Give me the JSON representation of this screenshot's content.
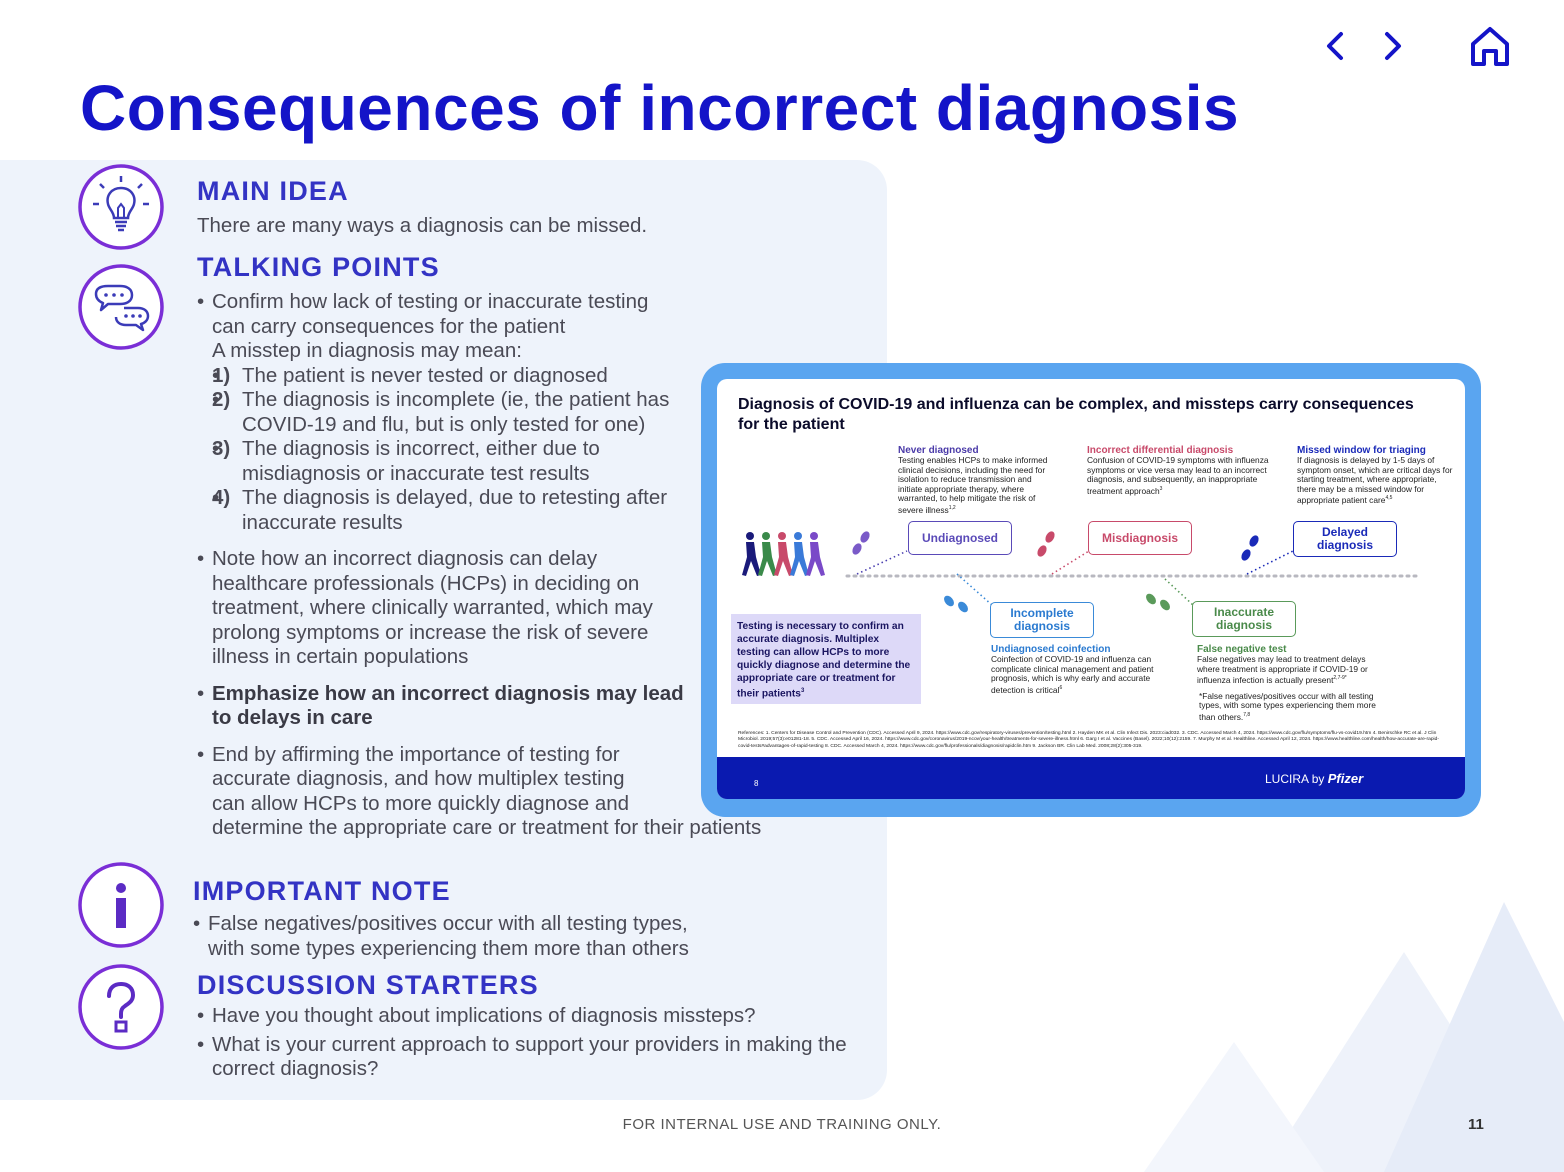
{
  "page": {
    "title": "Consequences of incorrect diagnosis",
    "footer": "FOR INTERNAL USE AND TRAINING ONLY.",
    "page_number": "11"
  },
  "nav": {
    "prev_icon": "chevron-left-icon",
    "next_icon": "chevron-right-icon",
    "home_icon": "home-icon"
  },
  "colors": {
    "title": "#1414c8",
    "heading": "#3333c4",
    "icon_ring": "#7a2ed6",
    "panel_bg": "#eef3fb",
    "slide_frame": "#5aa5f0"
  },
  "main_idea": {
    "icon": "lightbulb-icon",
    "heading": "MAIN IDEA",
    "text": "There are many ways a diagnosis can be missed."
  },
  "talking_points": {
    "icon": "speech-bubbles-icon",
    "heading": "TALKING POINTS",
    "p1_line1": "Confirm how lack of testing or inaccurate testing",
    "p1_line2": "can carry consequences for the patient",
    "p1_line3": "A misstep in diagnosis may mean:",
    "steps": [
      {
        "num": "1)",
        "text": "The patient is never tested or diagnosed"
      },
      {
        "num": "2)",
        "text": "The diagnosis is incomplete (ie, the patient has COVID-19 and flu, but is only tested for one)"
      },
      {
        "num": "3)",
        "text": "The diagnosis is incorrect, either due to misdiagnosis or inaccurate test results"
      },
      {
        "num": "4)",
        "text": "The diagnosis is delayed, due to retesting after inaccurate results"
      }
    ],
    "p2": "Note how an incorrect diagnosis can delay healthcare professionals (HCPs) in deciding on treatment, where clinically warranted, which may prolong symptoms or increase the risk of severe illness in certain populations",
    "p3": "Emphasize how an incorrect diagnosis may lead to delays in care",
    "p4_line1": "End by affirming the importance of testing for",
    "p4_line2": "accurate diagnosis, and how multiplex testing",
    "p4_line3": "can allow HCPs to more quickly diagnose and",
    "p4_line4": "determine the appropriate care or treatment for their patients"
  },
  "important_note": {
    "icon": "info-icon",
    "heading": "IMPORTANT NOTE",
    "line1": "False negatives/positives occur with all testing types,",
    "line2": "with some types experiencing them more than others"
  },
  "discussion": {
    "icon": "question-icon",
    "heading": "DISCUSSION STARTERS",
    "q1": "Have you thought about implications of diagnosis missteps?",
    "q2": "What is your current approach to support your providers in making the correct diagnosis?"
  },
  "slide": {
    "title": "Diagnosis of COVID-19 and influenza can be complex, and missteps carry consequences for the patient",
    "never_head": "Never diagnosed",
    "never_text": "Testing enables HCPs to make informed clinical decisions, including the need for isolation to reduce transmission and initiate appropriate therapy, where warranted, to help mitigate the risk of severe illness",
    "never_sup": "1,2",
    "incorrect_head": "Incorrect differential diagnosis",
    "incorrect_text": "Confusion of COVID-19 symptoms with influenza symptoms or vice versa may lead to an incorrect diagnosis, and subsequently, an inappropriate treatment approach",
    "incorrect_sup": "3",
    "missed_head": "Missed window for triaging",
    "missed_text": "If diagnosis is delayed by 1-5 days of symptom onset, which are critical days for starting treatment, where appropriate, there may be a missed window for appropriate patient care",
    "missed_sup": "4,5",
    "box_undiagnosed": "Undiagnosed",
    "box_misdiagnosis": "Misdiagnosis",
    "box_delayed": "Delayed diagnosis",
    "box_incomplete": "Incomplete diagnosis",
    "box_inaccurate": "Inaccurate diagnosis",
    "coinfection_head": "Undiagnosed coinfection",
    "coinfection_text": "Coinfection of COVID-19 and influenza can complicate clinical management and patient prognosis, which is why early and accurate detection is critical",
    "coinfection_sup": "6",
    "falseneg_head": "False negative test",
    "falseneg_text": "False negatives may lead to treatment delays where treatment is appropriate if COVID-19 or influenza infection is actually present",
    "falseneg_sup": "2,7-9*",
    "falseneg_note": "*False negatives/positives occur with all testing types, with some types experiencing them more than others.",
    "falseneg_note_sup": "7,8",
    "callout": "Testing is necessary to confirm an accurate diagnosis. Multiplex testing can allow HCPs to more quickly diagnose and determine the appropriate care or treatment for their patients",
    "callout_sup": "3",
    "references": "References: 1. Centers for Disease Control and Prevention (CDC). Accessed April 9, 2024. https://www.cdc.gov/respiratory-viruses/prevention/testing.html 2. Hayden MK et al. Clin Infect Dis. 2023:ciad032. 3. CDC. Accessed March 4, 2024. https://www.cdc.gov/flu/symptoms/flu-vs-covid19.htm 4. Benirschke RC et al. J Clin Microbiol. 2019;57(3):e01281-18. 5. CDC. Accessed April 16, 2024. https://www.cdc.gov/coronavirus/2019-ncov/your-health/treatments-for-severe-illness.html 6. Garg I et al. Vaccines (Basel). 2022;10(12):2159. 7. Murphy M et al. Healthline. Accessed April 12, 2024. https://www.healthline.com/health/how-accurate-are-rapid-covid-tests#advantages-of-rapid-testing 8. CDC. Accessed March 4, 2024. https://www.cdc.gov/flu/professionals/diagnosis/rapidclin.htm 9. Jackson BR. Clin Lab Med. 2008;28(2):305-319.",
    "page": "8",
    "brand": "LUCIRA",
    "brand_by": "by",
    "brand_partner": "Pfizer"
  }
}
